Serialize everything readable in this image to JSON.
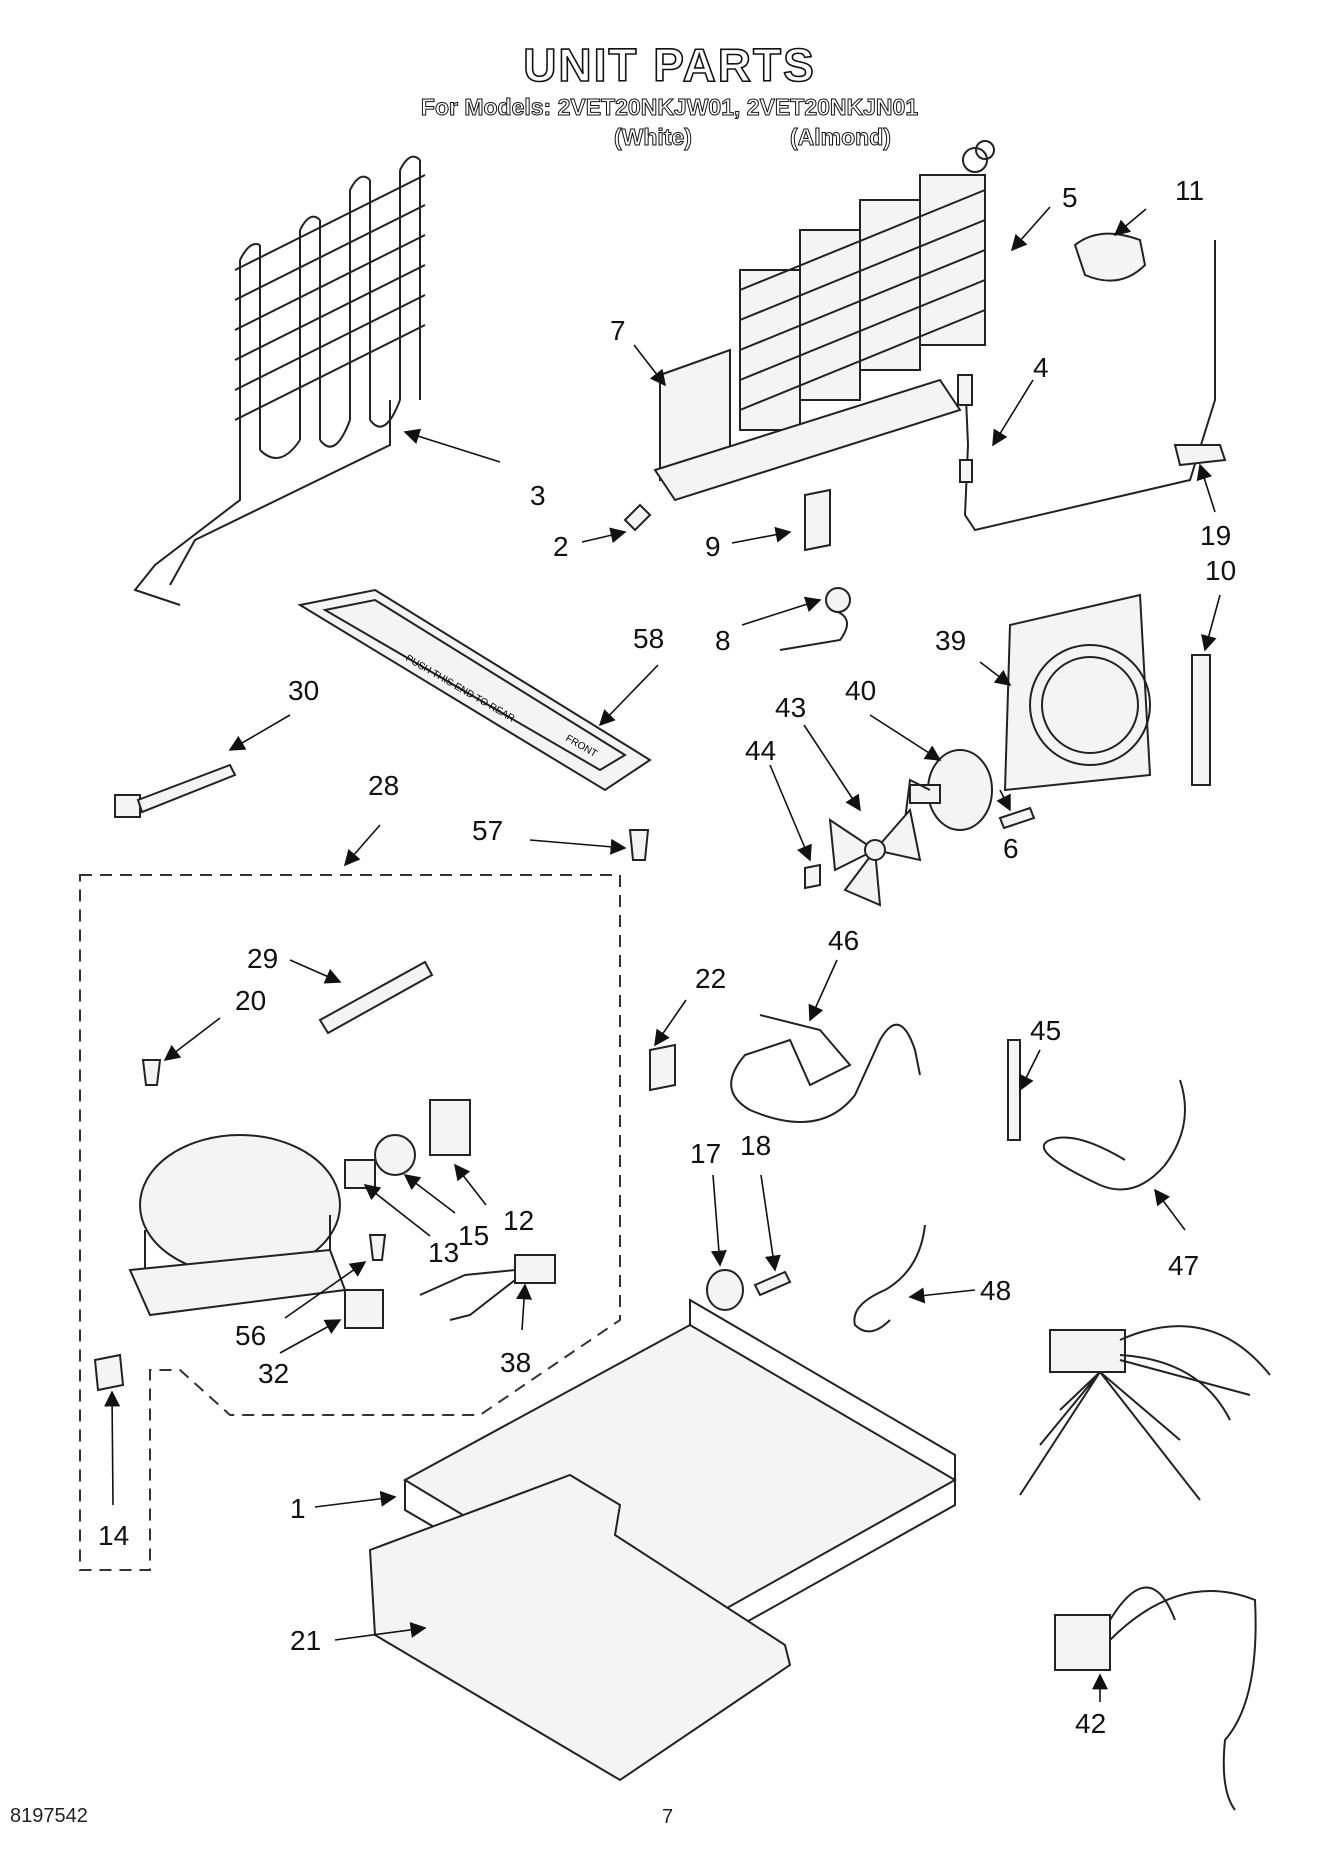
{
  "header": {
    "title": "UNIT PARTS",
    "models_line": "For Models: 2VET20NKJW01, 2VET20NKJN01",
    "variant_white": "(White)",
    "variant_almond": "(Almond)"
  },
  "footer": {
    "doc_number": "8197542",
    "page_number": "7"
  },
  "callouts": {
    "p1": "1",
    "p2": "2",
    "p3": "3",
    "p4": "4",
    "p5": "5",
    "p6": "6",
    "p7": "7",
    "p8": "8",
    "p9": "9",
    "p10": "10",
    "p11": "11",
    "p12": "12",
    "p13": "13",
    "p14": "14",
    "p15": "15",
    "p17": "17",
    "p18": "18",
    "p19": "19",
    "p20": "20",
    "p21": "21",
    "p22": "22",
    "p28": "28",
    "p29": "29",
    "p30": "30",
    "p32": "32",
    "p38": "38",
    "p39": "39",
    "p40": "40",
    "p42": "42",
    "p43": "43",
    "p44": "44",
    "p45": "45",
    "p46": "46",
    "p47": "47",
    "p48": "48",
    "p56": "56",
    "p57": "57",
    "p58": "58"
  },
  "labels_on_parts": {
    "drain_pan_text": "PUSH THIS END TO REAR",
    "drain_pan_front": "FRONT"
  }
}
